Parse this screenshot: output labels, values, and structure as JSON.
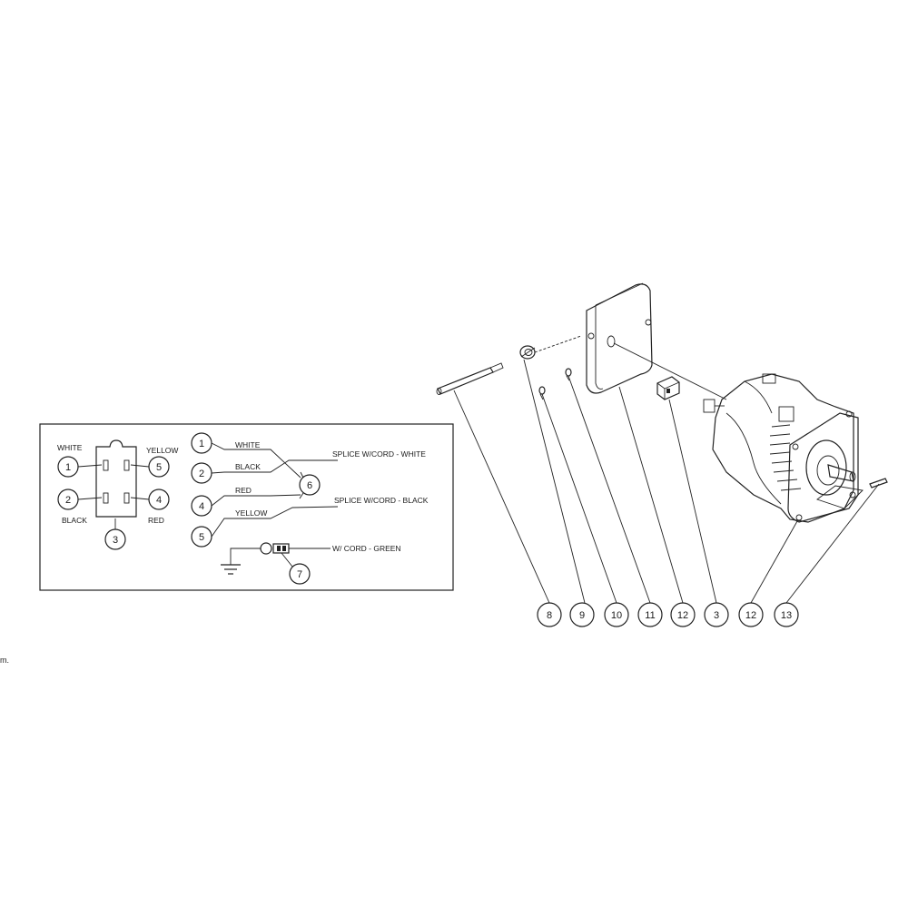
{
  "page": {
    "fragment_text": "m."
  },
  "legend": {
    "connector_labels": {
      "white": "WHITE",
      "yellow": "YELLOW",
      "black": "BLACK",
      "red": "RED"
    },
    "pins": [
      "1",
      "2",
      "3",
      "4",
      "5"
    ],
    "wiring": {
      "wire_labels": [
        "WHITE",
        "BLACK",
        "RED",
        "YELLOW"
      ],
      "wire_numbers": [
        "1",
        "2",
        "4",
        "5"
      ],
      "splice_number": "6",
      "splice_white": "SPLICE W/CORD - WHITE",
      "splice_black": "SPLICE W/CORD - BLACK",
      "ground_number": "7",
      "ground_label": "W/ CORD - GREEN"
    }
  },
  "callouts": [
    "8",
    "9",
    "10",
    "11",
    "12",
    "3",
    "12",
    "13"
  ],
  "colors": {
    "line": "#222222",
    "background": "#ffffff"
  }
}
